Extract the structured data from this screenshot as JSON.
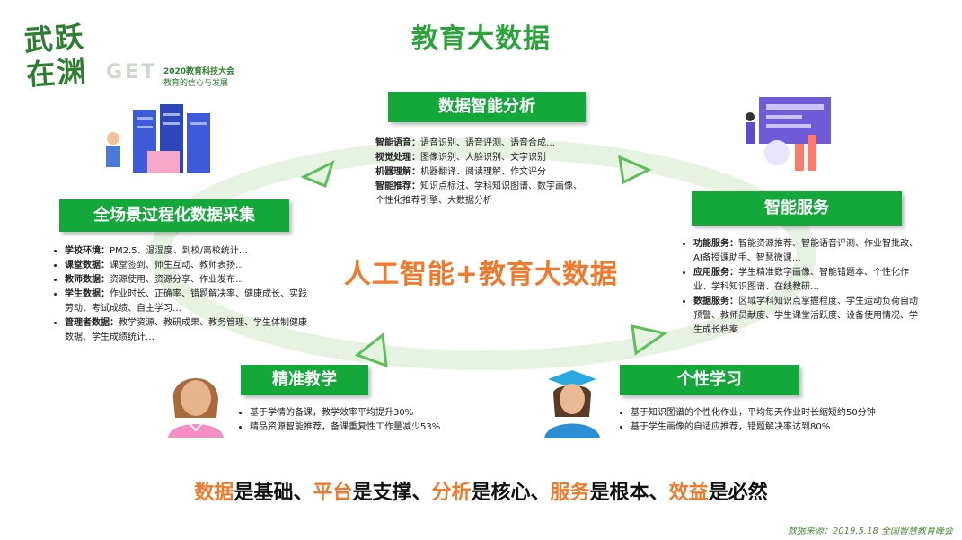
{
  "logo": {
    "calligraphy_line1": "武跃",
    "calligraphy_line2": "在渊",
    "get_mark": "GET",
    "conference": "2020教育科技大会",
    "tagline": "教育的信心与发展"
  },
  "title": "教育大数据",
  "center_text": "人工智能+教育大数据",
  "sections": {
    "analysis": {
      "heading": "数据智能分析",
      "items": [
        {
          "label": "智能语音：",
          "text": "语音识别、语音评测、语音合成…"
        },
        {
          "label": "视觉处理：",
          "text": "图像识别、人脸识别、文字识别"
        },
        {
          "label": "机器理解：",
          "text": "机器翻译、阅读理解、作文评分"
        },
        {
          "label": "智能推荐：",
          "text": "知识点标注、学科知识图谱、数字画像、"
        },
        {
          "label": "",
          "text": "个性化推荐引擎、大数据分析"
        }
      ]
    },
    "service": {
      "heading": "智能服务",
      "items": [
        {
          "label": "功能服务：",
          "text": "智能资源推荐、智能语音评测、作业智批改、AI备授课助手、智慧微课…"
        },
        {
          "label": "应用服务：",
          "text": "学生精准数字画像、智能错题本、个性化作业、学科知识图谱、在线教研…"
        },
        {
          "label": "数据服务：",
          "text": "区域学科知识点掌握程度、学生运动负荷自动预警、教师员献度、学生课堂活跃度、设备使用情况、学生成长档案…"
        }
      ]
    },
    "collect": {
      "heading": "全场景过程化数据采集",
      "items": [
        {
          "label": "学校环境：",
          "text": "PM2.5、温湿度、到校/离校统计…"
        },
        {
          "label": "课堂数据：",
          "text": "课堂签到、师生互动、教师表扬…"
        },
        {
          "label": "教师数据：",
          "text": "资源使用、资源分享、作业发布…"
        },
        {
          "label": "学生数据：",
          "text": "作业时长、正确率、错题解决率、健康成长、实践劳动、考试成绩、自主学习…"
        },
        {
          "label": "管理者数据：",
          "text": "教学资源、教研成果、教务管理、学生体制健康数据、学生成绩统计…"
        }
      ]
    },
    "teaching": {
      "heading": "精准教学",
      "items": [
        {
          "text": "基于学情的备课，教学效率平均提升30%"
        },
        {
          "text": "精品资源智能推荐，备课重复性工作量减少53%"
        }
      ]
    },
    "learning": {
      "heading": "个性学习",
      "items": [
        {
          "text": "基于知识图谱的个性化作业，平均每天作业时长缩短约50分钟"
        },
        {
          "text": "基于学生画像的自适应推荐，错题解决率达到80%"
        }
      ]
    }
  },
  "footer": {
    "w1": "数据",
    "t1": "是基础、",
    "w2": "平台",
    "t2": "是支撑、",
    "w3": "分析",
    "t3": "是核心、",
    "w4": "服务",
    "t4": "是根本、",
    "w5": "效益",
    "t5": "是必然"
  },
  "source": "数据来源：2019.5.18  全国智慧教育峰会",
  "colors": {
    "accent_green": "#14a83b",
    "highlight_orange": "#f0792c",
    "ring": "#e3f1df"
  },
  "icons": [
    "server-illustration-icon",
    "dashboard-illustration-icon",
    "female-teacher-avatar-icon",
    "graduate-student-avatar-icon"
  ]
}
